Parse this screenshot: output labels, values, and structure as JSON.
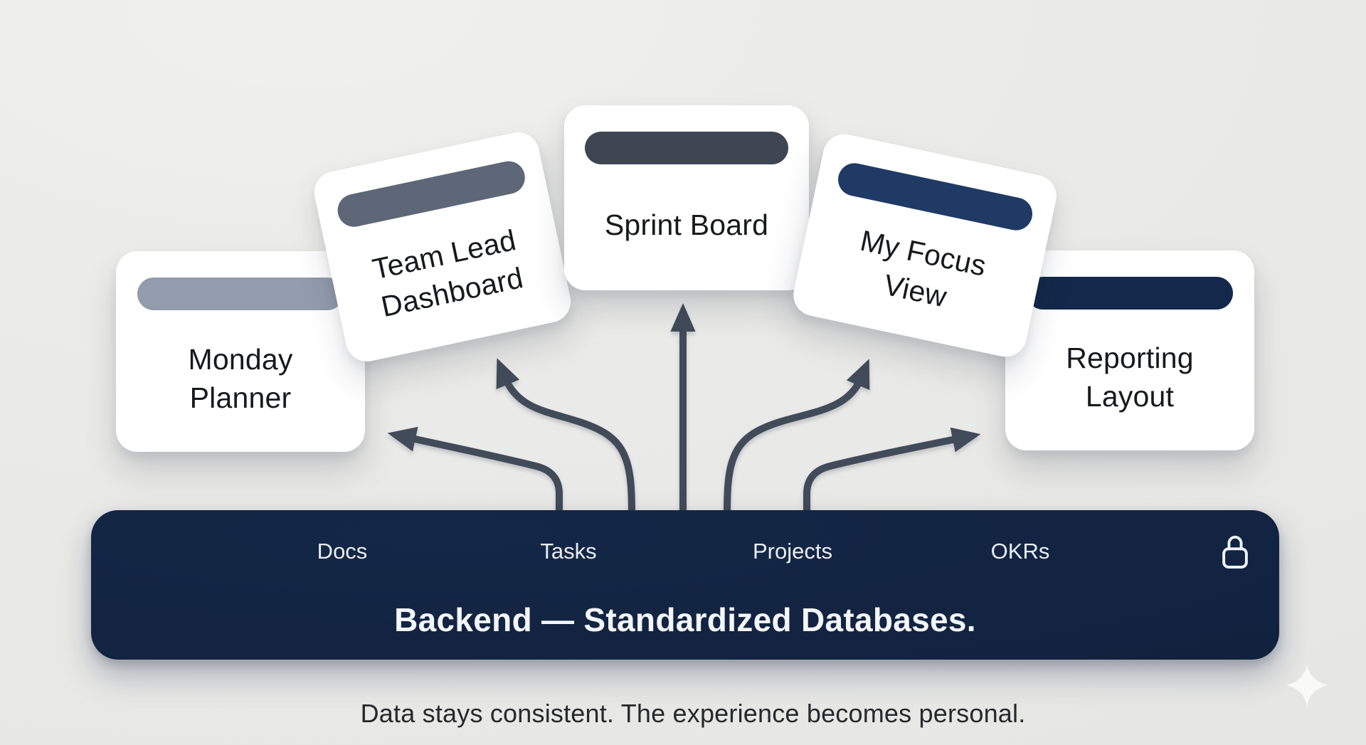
{
  "diagram": {
    "background_color": "#E9E9E7",
    "card_text_color": "#17191C",
    "arrow_color": "#414B59",
    "cards": [
      {
        "id": "monday-planner",
        "lines": [
          "Monday",
          "Planner"
        ],
        "pill_color": "#939CAC"
      },
      {
        "id": "team-lead-dashboard",
        "lines": [
          "Team Lead",
          "Dashboard"
        ],
        "pill_color": "#5D6777"
      },
      {
        "id": "sprint-board",
        "lines": [
          "Sprint Board"
        ],
        "pill_color": "#3E4654"
      },
      {
        "id": "my-focus-view",
        "lines": [
          "My Focus",
          "View"
        ],
        "pill_color": "#1F3A64"
      },
      {
        "id": "reporting-layout",
        "lines": [
          "Reporting",
          "Layout"
        ],
        "pill_color": "#13284A"
      }
    ],
    "backend_bar": {
      "color": "#142746",
      "databases": [
        "Docs",
        "Tasks",
        "Projects",
        "OKRs"
      ],
      "title": "Backend — Standardized Databases.",
      "lock_icon": "lock-icon",
      "text_color": "#F3F5F9"
    },
    "caption": "Data stays consistent. The experience becomes personal.",
    "sparkle_icon": "sparkle-icon",
    "sparkle_color": "#FBFBF9"
  }
}
